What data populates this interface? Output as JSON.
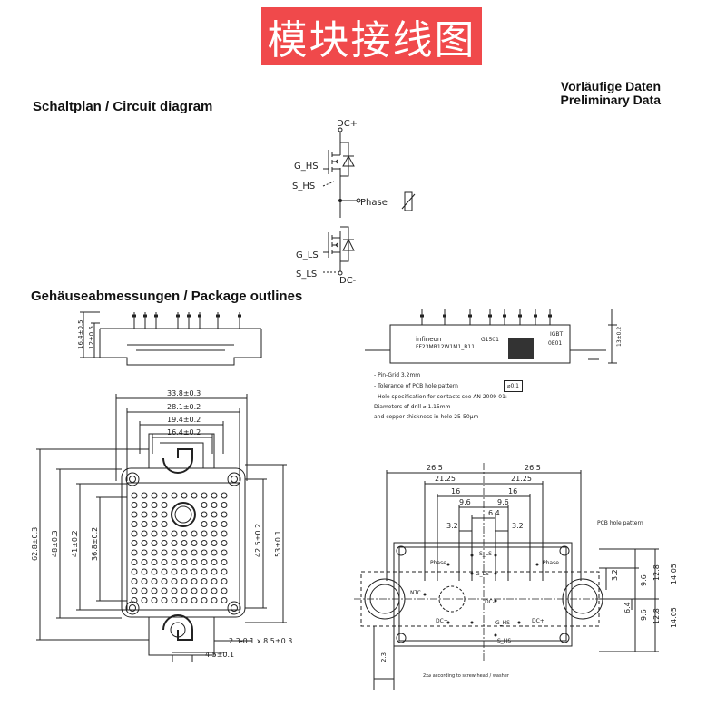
{
  "banner": {
    "text": "模块接线图",
    "color": "#f0494b"
  },
  "preliminary": {
    "line1": "Vorläufige Daten",
    "line2": "Preliminary Data"
  },
  "sections": {
    "circuit": "Schaltplan / Circuit diagram",
    "package": "Gehäuseabmessungen / Package outlines"
  },
  "circuit": {
    "dc_plus": "DC+",
    "dc_minus": "DC-",
    "phase": "Phase",
    "g_hs": "G_HS",
    "s_hs": "S_HS",
    "g_ls": "G_LS",
    "s_ls": "S_LS"
  },
  "side_view": {
    "dim1": "16.4±0.5",
    "dim2": "12±0.5"
  },
  "front_view": {
    "brand": "infineon",
    "code1": "G1501",
    "part": "FF23MR12W1M1_B11",
    "type": "IGBT",
    "code2": "0E01",
    "dim": "13±0.2"
  },
  "notes": {
    "line1": "- Pin-Grid 3.2mm",
    "line2": "- Tolerance of PCB hole pattern",
    "tolerance": "⌀0.1",
    "line3": "- Hole specification for contacts see AN 2009-01:",
    "line4": "Diameters of drill ⌀ 1.15mm",
    "line5": "and copper thickness in hole 25-50µm"
  },
  "top_view": {
    "w1": "33.8±0.3",
    "w2": "28.1±0.2",
    "w3": "19.4±0.2",
    "w4": "16.4±0.2",
    "h1": "62.8±0.3",
    "h2": "48±0.3",
    "h3": "41±0.2",
    "h4": "36.8±0.2",
    "h5": "42.5±0.2",
    "h6": "53±0.1",
    "b1": "2.3-0.1 x 8.5±0.3",
    "b2": "4.5±0.1"
  },
  "pcb": {
    "title": "PCB hole pattern",
    "d265a": "26.5",
    "d265b": "26.5",
    "d2125a": "21.25",
    "d2125b": "21.25",
    "d16a": "16",
    "d16b": "16",
    "d96a": "9.6",
    "d96b": "9.6",
    "d64": "6.4",
    "d32a": "3.2",
    "d32b": "3.2",
    "r32": "3.2",
    "r96a": "9.6",
    "r128a": "12.8",
    "r1405a": "14.05",
    "r64": "6.4",
    "r96b": "9.6",
    "r128b": "12.8",
    "r1405b": "14.05",
    "l23": "2.3",
    "phase_l": "Phase",
    "phase_r": "Phase",
    "s_ls": "S_LS",
    "g_ls": "G_LS",
    "ntc": "NTC",
    "dc_plus_l": "DC+",
    "dc_minus": "DC-",
    "dc_plus_r": "DC+",
    "g_hs": "G_HS",
    "s_hs": "S_HS",
    "note": "2x⌀ according to screw head / washer"
  }
}
